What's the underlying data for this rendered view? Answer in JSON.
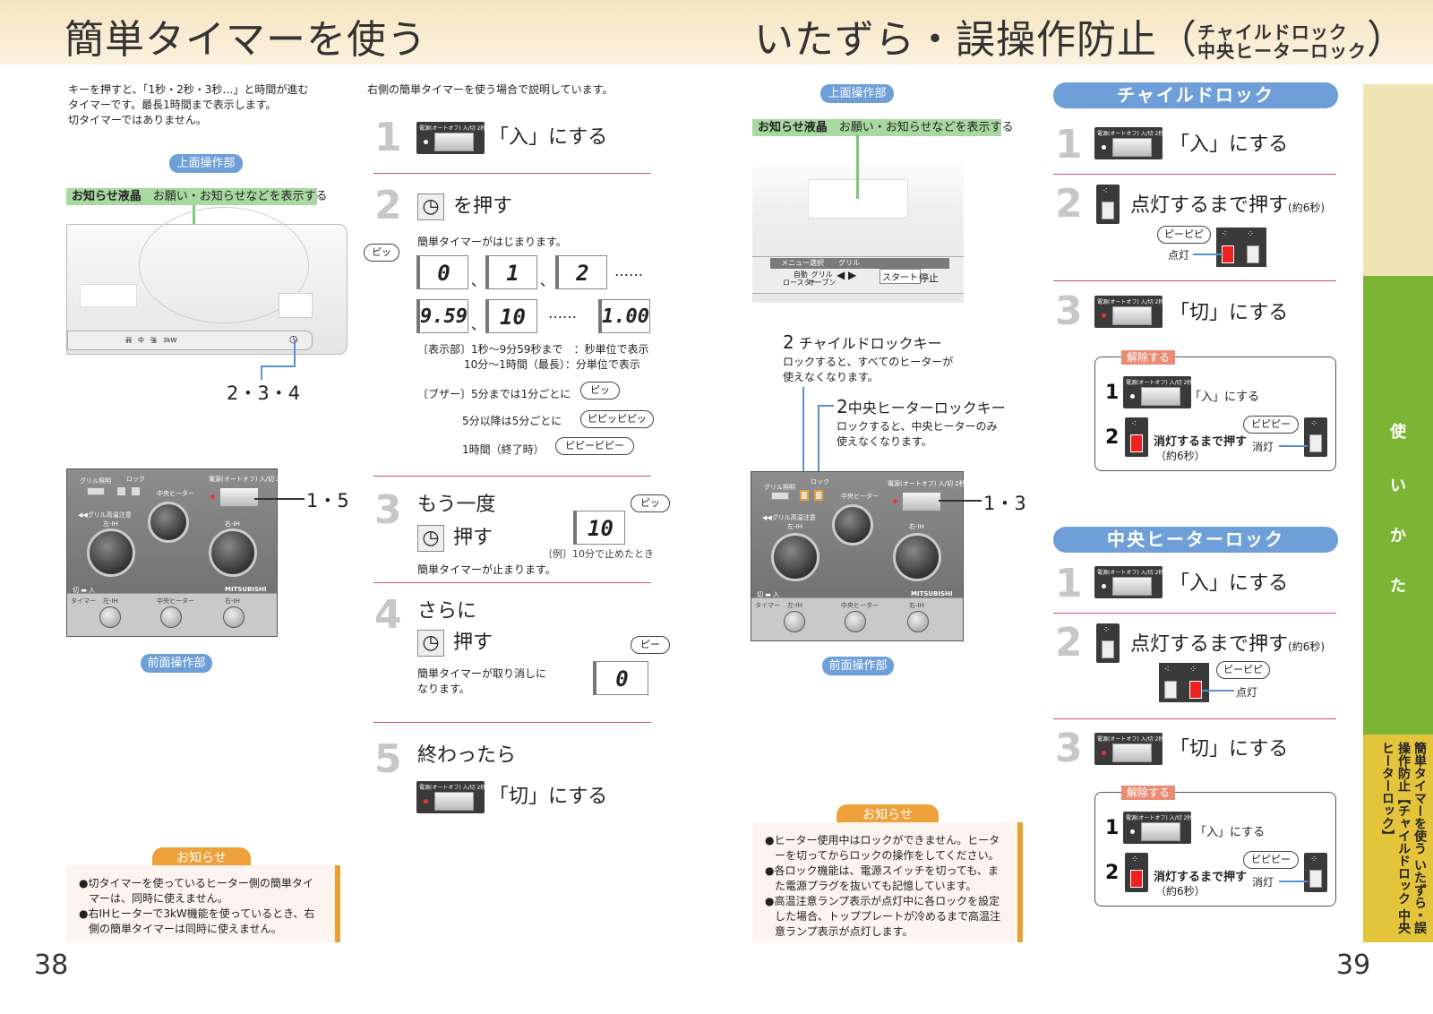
{
  "left": {
    "title": "簡単タイマーを使う",
    "intro": [
      "キーを押すと、「1秒・2秒・3秒…」と時間が進む",
      "タイマーです。最長1時間まで表示します。",
      "切タイマーではありません。"
    ],
    "right_intro": "右側の簡単タイマーを使う場合で説明しています。",
    "top_panel_label": "上面操作部",
    "lcd_label": "お知らせ液晶",
    "lcd_desc": "お願い・お知らせなどを表示する",
    "top_callout": "2・3・4",
    "front_callout": "1・5",
    "front_panel_label": "前面操作部",
    "steps": [
      {
        "num": "1",
        "text": "「入」にする"
      },
      {
        "num": "2",
        "text": "を押す",
        "sub": "簡単タイマーがはじまります。"
      },
      {
        "num": "3",
        "text1": "もう一度",
        "text2": "押す",
        "sub": "簡単タイマーが止まります。",
        "example": "〔例〕10分で止めたとき",
        "disp": "10"
      },
      {
        "num": "4",
        "text1": "さらに",
        "text2": "押す",
        "sub1": "簡単タイマーが取り消しに",
        "sub2": "なります。",
        "disp": "0"
      },
      {
        "num": "5",
        "text1": "終わったら",
        "text2": "「切」にする"
      }
    ],
    "displays1": [
      "0",
      "1",
      "2",
      "……"
    ],
    "displays2": [
      "9.59",
      "10",
      "……",
      "1.00"
    ],
    "separator": "、",
    "display_note": [
      "〔表示部〕1秒～9分59秒まで　：秒単位で表示",
      "10分～1時間（最長）：分単位で表示"
    ],
    "buzzer": [
      "〔ブザー〕5分までは1分ごとに",
      "5分以降は5分ごとに",
      "1時間（終了時）"
    ],
    "bubbles": {
      "pi": "ピッ",
      "pipipi": "ピピッピピッ",
      "pipi_pipi": "ピピーピピー",
      "pii": "ピー"
    },
    "note_title": "お知らせ",
    "notes": [
      "●切タイマーを使っているヒーター側の簡単タイ",
      "マーは、同時に使えません。",
      "●右IHヒーターで3kW機能を使っているとき、右",
      "側の簡単タイマーは同時に使えません。"
    ],
    "page_number": "38"
  },
  "right": {
    "title": "いたずら・誤操作防止（",
    "title_small1": "チャイルドロック",
    "title_small2": "中央ヒーターロック",
    "title_close": "）",
    "top_panel_label": "上面操作部",
    "lcd_label": "お知らせ液晶",
    "lcd_desc": "お願い・お知らせなどを表示する",
    "menu_labels": [
      "メニュー選択",
      "グリル",
      "自動",
      "ロースター",
      "グリル",
      "オーブン",
      "スタート",
      "停止"
    ],
    "child_key_num": "2",
    "child_key_title": "チャイルドロックキー",
    "child_key_desc": [
      "ロックすると、すべてのヒーターが",
      "使えなくなります。"
    ],
    "center_key_num": "2",
    "center_key_title": "中央ヒーターロックキー",
    "center_key_desc": [
      "ロックすると、中央ヒーターのみ",
      "使えなくなります。"
    ],
    "front_callout": "1・3",
    "front_panel_label": "前面操作部",
    "note_title": "お知らせ",
    "notes": [
      "●ヒーター使用中はロックができません。ヒータ",
      "ーを切ってからロックの操作をしてください。",
      "●各ロック機能は、電源スイッチを切っても、ま",
      "た電源プラグを抜いても記憶しています。",
      "●高温注意ランプ表示が点灯中に各ロックを設定",
      "した場合、トッププレートが冷めるまで高温注",
      "意ランプ表示が点灯します。"
    ],
    "page_number": "39"
  },
  "child_lock": {
    "header": "チャイルドロック",
    "step1": "「入」にする",
    "step2": "点灯するまで押す",
    "step2_time": "(約6秒)",
    "lit": "点灯",
    "bubble": "ピーピピ",
    "step3": "「切」にする",
    "release_title": "解除する",
    "rel1": "「入」にする",
    "rel2": "消灯するまで押す",
    "rel2_time": "（約6秒）",
    "rel_bubble": "ピピピー",
    "off": "消灯"
  },
  "center_lock": {
    "header": "中央ヒーターロック",
    "step1": "「入」にする",
    "step2": "点灯するまで押す",
    "step2_time": "(約6秒)",
    "lit": "点灯",
    "bubble": "ピーピピ",
    "step3": "「切」にする",
    "release_title": "解除する",
    "rel1": "「入」にする",
    "rel2": "消灯するまで押す",
    "rel2_time": "（約6秒）",
    "rel_bubble": "ピピピー",
    "off": "消灯"
  },
  "panel_text": {
    "power": "電源(オートオフ) 入/切 2秒押し",
    "grill_light": "グリル照明",
    "lock": "ロック",
    "center_heater": "中央ヒーター",
    "left_ih": "左-IH",
    "right_ih": "右-IH",
    "grill_note": "◀◀グリル高温注意",
    "off_on": "切 ▬ 入",
    "brand": "MITSUBISHI",
    "timer": "タイマー"
  },
  "side_tab": {
    "chars": [
      "使",
      "い",
      "か",
      "た"
    ],
    "vertical_title": "簡単タイマーを使う いたずら・誤操作防止【チャイルドロック 中央ヒーターロック】"
  },
  "colors": {
    "accent_blue": "#6f9fd8",
    "pink_rule": "#d24b8f",
    "green": "#a8d9a0",
    "orange": "#eea13a",
    "tab_green": "#7bb533",
    "tab_yellow": "#e3c43a"
  }
}
